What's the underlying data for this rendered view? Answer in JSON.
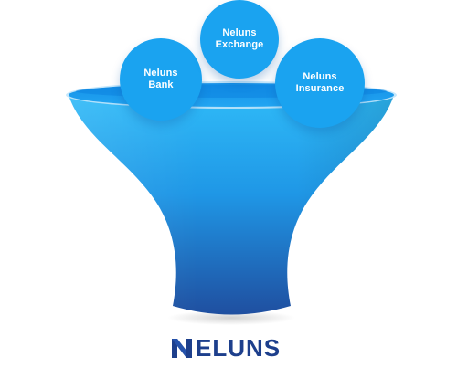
{
  "bubbles": [
    {
      "label": "Neluns\nBank",
      "color": "#1aa3f0"
    },
    {
      "label": "Neluns\nExchange",
      "color": "#1aa3f0"
    },
    {
      "label": "Neluns\nInsurance",
      "color": "#1aa3f0"
    }
  ],
  "brand": {
    "name": "ELUNS",
    "logo_letter": "N",
    "color": "#1d3f8c"
  },
  "funnel": {
    "top_color": "#29b6f6",
    "bottom_color": "#1f4fa0",
    "rim_color": "#0f8ee6"
  }
}
